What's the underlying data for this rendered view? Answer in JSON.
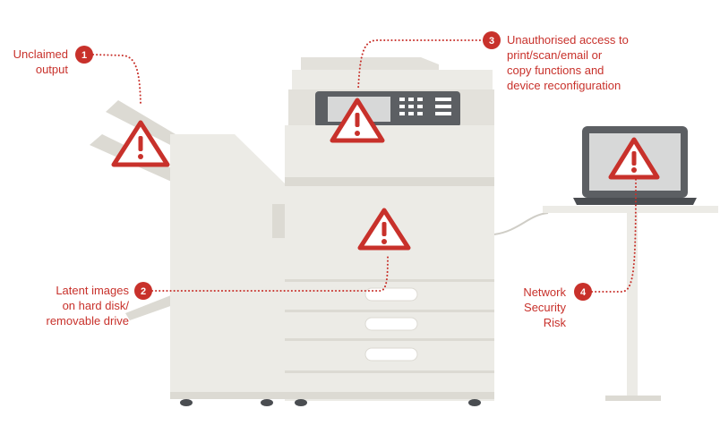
{
  "colors": {
    "accent": "#c8312b",
    "machine_body": "#ecebe6",
    "machine_shade": "#dcdad3",
    "machine_dark": "#5c5f63",
    "screen": "#d7d8d8",
    "background": "#ffffff"
  },
  "callouts": [
    {
      "id": "1",
      "lines": [
        "Unclaimed",
        "output"
      ],
      "icon": "warning-triangle-icon"
    },
    {
      "id": "2",
      "lines": [
        "Latent images",
        "on hard disk/",
        "removable drive"
      ],
      "icon": "warning-triangle-icon"
    },
    {
      "id": "3",
      "lines": [
        "Unauthorised access to",
        "print/scan/email or",
        "copy functions and",
        "device reconfiguration"
      ],
      "icon": "warning-triangle-icon"
    },
    {
      "id": "4",
      "lines": [
        "Network",
        "Security",
        "Risk"
      ],
      "icon": "warning-triangle-icon"
    }
  ]
}
